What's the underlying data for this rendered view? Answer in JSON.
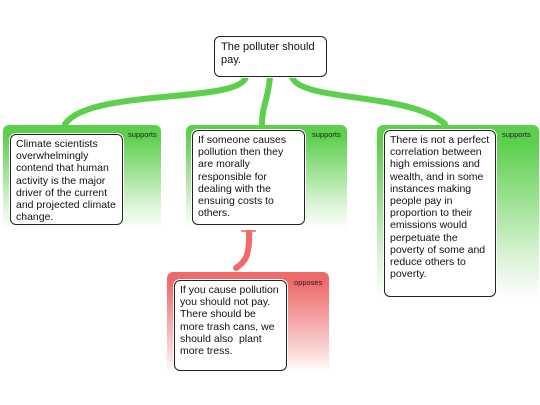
{
  "nodes": {
    "root": {
      "text": "The polluter should pay."
    },
    "left": {
      "text": "Climate scientists overwhelmingly contend that human activity is the major driver of the current and projected climate change.",
      "tag": "supports"
    },
    "middle": {
      "text": "If someone causes pollution then they are morally responsible for dealing with the ensuing costs to others.",
      "tag": "supports"
    },
    "right": {
      "text": "There is not a perfect correlation between high emissions and wealth, and in some instances making people pay in proportion to their emissions would perpetuate the poverty of some and reduce others to poverty.",
      "tag": "supports"
    },
    "objection": {
      "text": "If you cause pollution you should not pay. There should be more trash cans, we should also  plant more tress.",
      "tag": "opposes"
    }
  },
  "colors": {
    "supports": "#5ccf4d",
    "opposes": "#ef6a6a"
  }
}
